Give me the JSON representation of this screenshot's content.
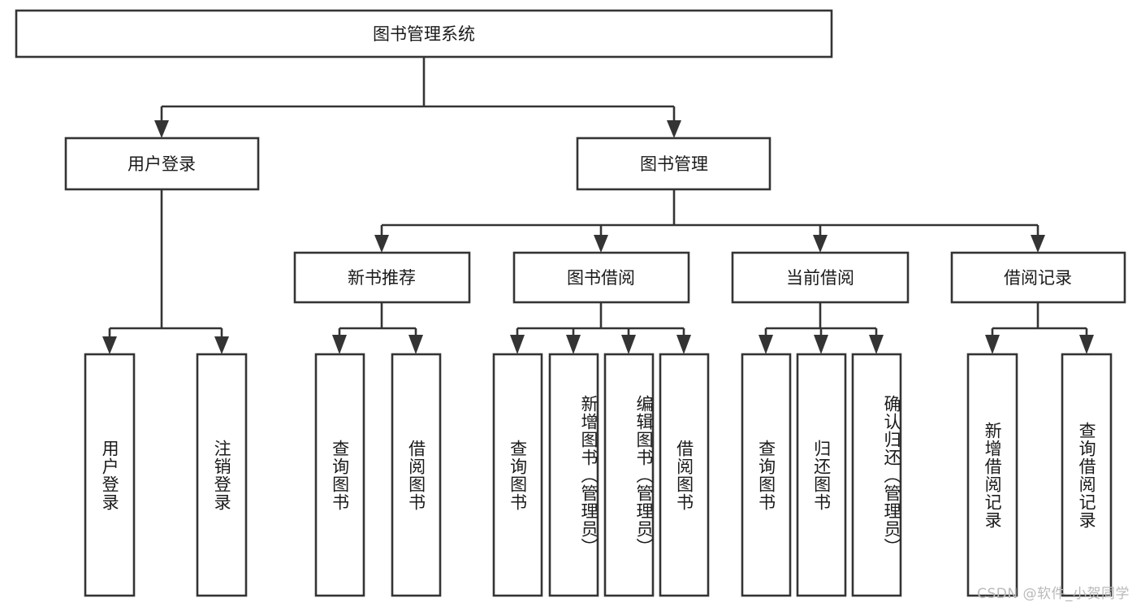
{
  "diagram": {
    "type": "tree",
    "title": "图书管理系统",
    "orientation": "top-down",
    "colors": {
      "box_stroke": "#343434",
      "box_fill": "#ffffff",
      "connector": "#343434",
      "text": "#1a1a1a",
      "watermark": "#b9b9b9",
      "background": "#ffffff"
    },
    "nodes": {
      "root": {
        "label": "图书管理系统",
        "level": 1,
        "text_direction": "horizontal"
      },
      "level2": [
        {
          "id": "user-login",
          "label": "用户登录",
          "text_direction": "horizontal"
        },
        {
          "id": "book-management",
          "label": "图书管理",
          "text_direction": "horizontal"
        }
      ],
      "level3": [
        {
          "id": "new-book-recommend",
          "label": "新书推荐",
          "text_direction": "horizontal",
          "parent": "book-management"
        },
        {
          "id": "book-borrow",
          "label": "图书借阅",
          "text_direction": "horizontal",
          "parent": "book-management"
        },
        {
          "id": "current-borrow",
          "label": "当前借阅",
          "text_direction": "horizontal",
          "parent": "book-management"
        },
        {
          "id": "borrow-record",
          "label": "借阅记录",
          "text_direction": "horizontal",
          "parent": "book-management"
        }
      ],
      "leaves": [
        {
          "id": "leaf-user-login",
          "label": "用户登录",
          "parent": "user-login",
          "text_direction": "vertical"
        },
        {
          "id": "leaf-logout",
          "label": "注销登录",
          "parent": "user-login",
          "text_direction": "vertical"
        },
        {
          "id": "leaf-query-book-1",
          "label": "查询图书",
          "parent": "new-book-recommend",
          "text_direction": "vertical"
        },
        {
          "id": "leaf-borrow-book-1",
          "label": "借阅图书",
          "parent": "new-book-recommend",
          "text_direction": "vertical"
        },
        {
          "id": "leaf-query-book-2",
          "label": "查询图书",
          "parent": "book-borrow",
          "text_direction": "vertical"
        },
        {
          "id": "leaf-add-book",
          "label": "新增图书（管理员）",
          "parent": "book-borrow",
          "text_direction": "vertical"
        },
        {
          "id": "leaf-edit-book",
          "label": "编辑图书（管理员）",
          "parent": "book-borrow",
          "text_direction": "vertical"
        },
        {
          "id": "leaf-borrow-book-2",
          "label": "借阅图书",
          "parent": "book-borrow",
          "text_direction": "vertical"
        },
        {
          "id": "leaf-query-book-3",
          "label": "查询图书",
          "parent": "current-borrow",
          "text_direction": "vertical"
        },
        {
          "id": "leaf-return-book",
          "label": "归还图书",
          "parent": "current-borrow",
          "text_direction": "vertical"
        },
        {
          "id": "leaf-confirm-return",
          "label": "确认归还（管理员）",
          "parent": "current-borrow",
          "text_direction": "vertical"
        },
        {
          "id": "leaf-add-record",
          "label": "新增借阅记录",
          "parent": "borrow-record",
          "text_direction": "vertical"
        },
        {
          "id": "leaf-query-record",
          "label": "查询借阅记录",
          "parent": "borrow-record",
          "text_direction": "vertical"
        }
      ]
    }
  },
  "watermark": {
    "text": "CSDN @软件_小贺同学"
  }
}
